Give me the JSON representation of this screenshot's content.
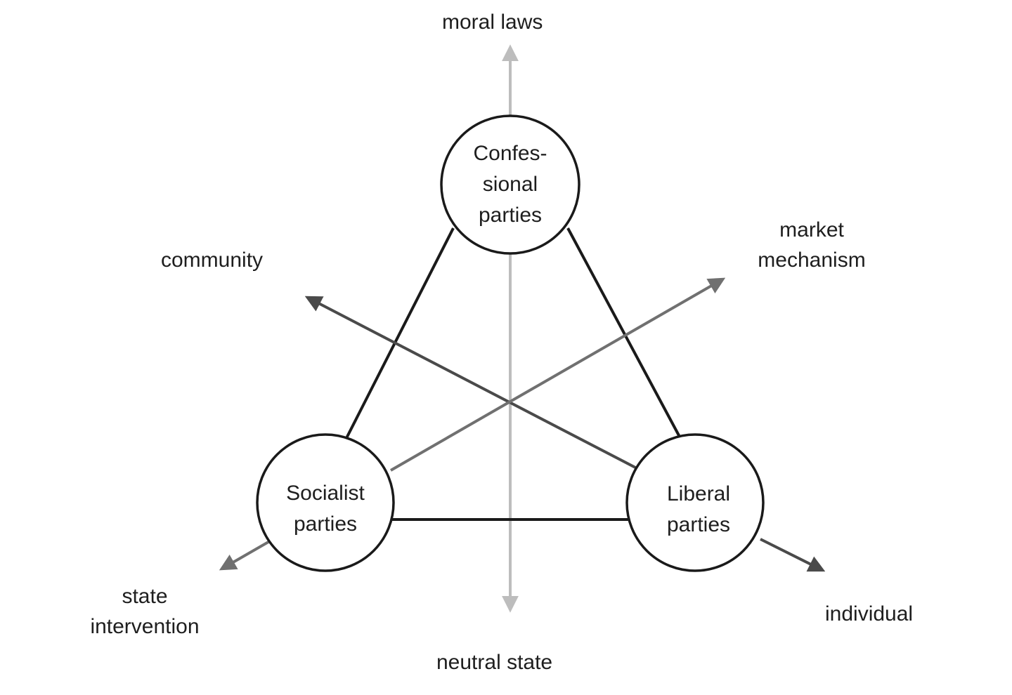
{
  "nodes": {
    "confessional": {
      "lines": [
        "Confes-",
        "sional",
        "parties"
      ]
    },
    "socialist": {
      "lines": [
        "Socialist",
        "parties"
      ]
    },
    "liberal": {
      "lines": [
        "Liberal",
        "parties"
      ]
    }
  },
  "axes": {
    "vertical": {
      "top_label": "moral laws",
      "bottom_label": "neutral state",
      "color": "#bdbdbd"
    },
    "community_individual": {
      "start_label": "community",
      "end_label": "individual",
      "color": "#4a4a4a"
    },
    "state_market": {
      "start_label_lines": [
        "state",
        "intervention"
      ],
      "end_label_lines": [
        "market",
        "mechanism"
      ],
      "color": "#707070"
    }
  },
  "colors": {
    "triangle": "#1a1a1a",
    "circle_stroke": "#1a1a1a",
    "circle_fill": "#ffffff"
  }
}
